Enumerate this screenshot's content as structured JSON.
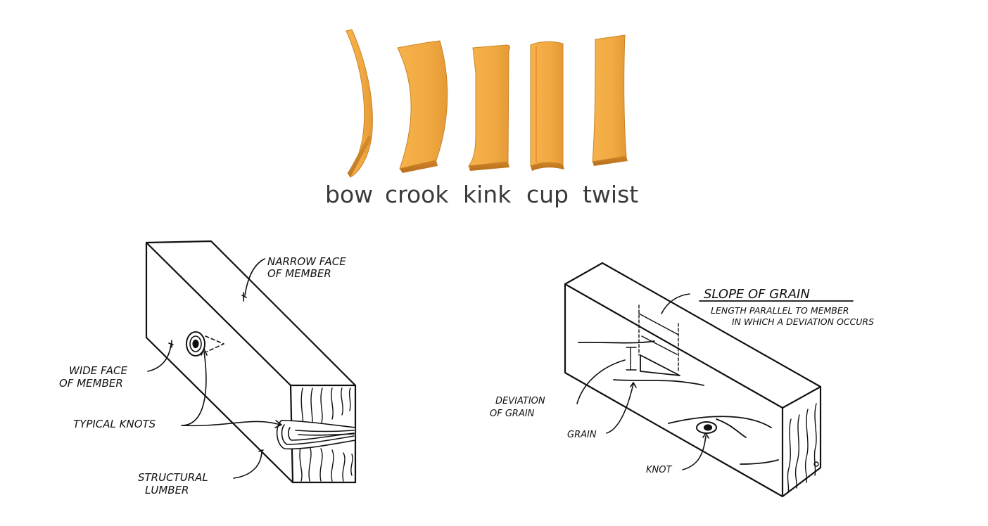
{
  "warp_types": {
    "labels": [
      "bow",
      "crook",
      "kink",
      "cup",
      "twist"
    ],
    "fill_color": "#f1a941",
    "edge_color": "#d9892a"
  },
  "left_diagram": {
    "narrow_face": [
      "NARROW  FACE",
      "OF  MEMBER"
    ],
    "wide_face": [
      "WIDE  FACE",
      "OF  MEMBER"
    ],
    "typical_knots": "TYPICAL  KNOTS",
    "structural_lumber": [
      "STRUCTURAL",
      "LUMBER"
    ]
  },
  "right_diagram": {
    "slope_title": "SLOPE   OF   GRAIN",
    "slope_desc": [
      "LENGTH  PARALLEL  TO  MEMBER",
      "IN   WHICH A  DEVIATION OCCURS"
    ],
    "deviation": [
      "DEVIATION",
      "OF  GRAIN"
    ],
    "grain": "GRAIN",
    "knot": "KNOT"
  }
}
